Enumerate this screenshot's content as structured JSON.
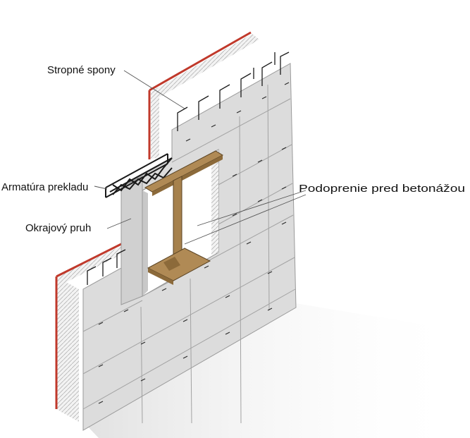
{
  "labels": {
    "stropne_spony": "Stropné spony",
    "armatura_prekladu": "Armatúra prekladu",
    "okrajovy_pruh": "Okrajový pruh",
    "podoprenie": "Podoprenie pred betonážou"
  },
  "colors": {
    "wall_face": "#dcdcdc",
    "wall_side": "#bdbdbd",
    "insulation": "#f1f1f1",
    "edge_red": "#c0392b",
    "timber": "#a6814c",
    "rebar": "#1a1a1a",
    "shadow": "#e6e6e6"
  }
}
